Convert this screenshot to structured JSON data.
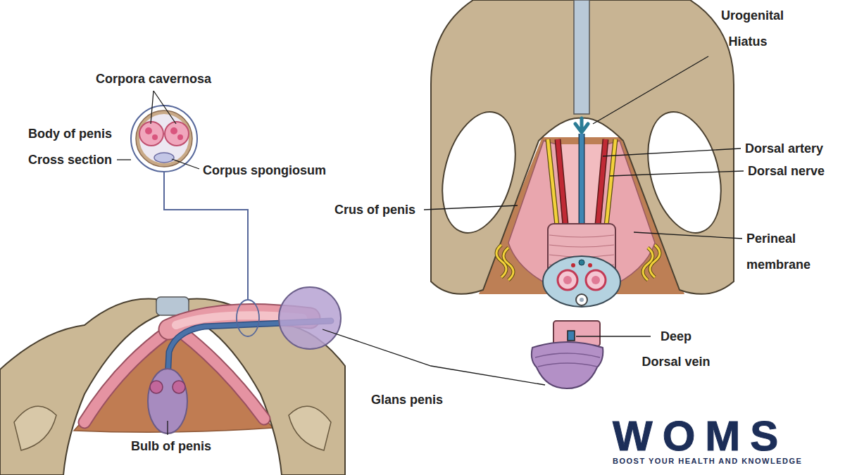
{
  "diagram": {
    "labels": [
      "Corpora cavernosa",
      "Body of penis Cross section",
      "Corpus spongiosum",
      "Crus of penis",
      "Urogenital Hiatus",
      "Dorsal artery",
      "Dorsal nerve",
      "Perineal membrane",
      "Deep Dorsal vein",
      "Glans penis",
      "Bulb of penis",
      "WOMS",
      "BOOST YOUR HEALTH AND KNOWLEDGE"
    ]
  }
}
